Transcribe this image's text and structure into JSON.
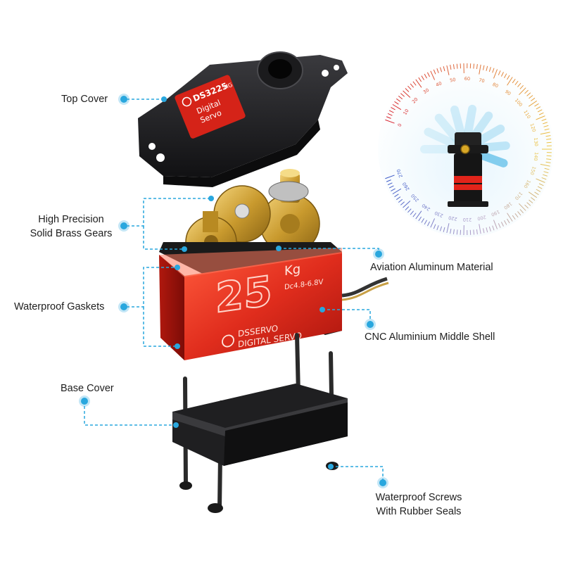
{
  "labels": {
    "top_cover": "Top Cover",
    "gears_line1": "High Precision",
    "gears_line2": "Solid Brass Gears",
    "aluminum": "Aviation Aluminum Material",
    "gaskets": "Waterproof Gaskets",
    "middle_shell": "CNC Aluminium Middle Shell",
    "base_cover": "Base Cover",
    "screws_line1": "Waterproof Screws",
    "screws_line2": "With Rubber Seals"
  },
  "product": {
    "cover_model": "DS3225",
    "cover_model_suffix": "MG",
    "cover_brand_line1": "Digital",
    "cover_brand_line2": "Servo",
    "torque_number": "25",
    "torque_unit": "Kg",
    "voltage_text": "Dc4.8-6.8V",
    "brand_name": "DSSERVO",
    "brand_sub": "DIGITAL SERVO"
  },
  "dial": {
    "ticks": [
      "0",
      "10",
      "20",
      "30",
      "40",
      "50",
      "60",
      "70",
      "80",
      "90",
      "100",
      "110",
      "120",
      "130",
      "140",
      "150",
      "160",
      "170",
      "180",
      "190",
      "200",
      "210",
      "220",
      "230",
      "240",
      "250",
      "260",
      "270"
    ]
  },
  "colors": {
    "callout": "#29a7de",
    "servo_red": "#d8281c",
    "brass": "#c99a2e",
    "cover_black": "#1d1d1f"
  }
}
